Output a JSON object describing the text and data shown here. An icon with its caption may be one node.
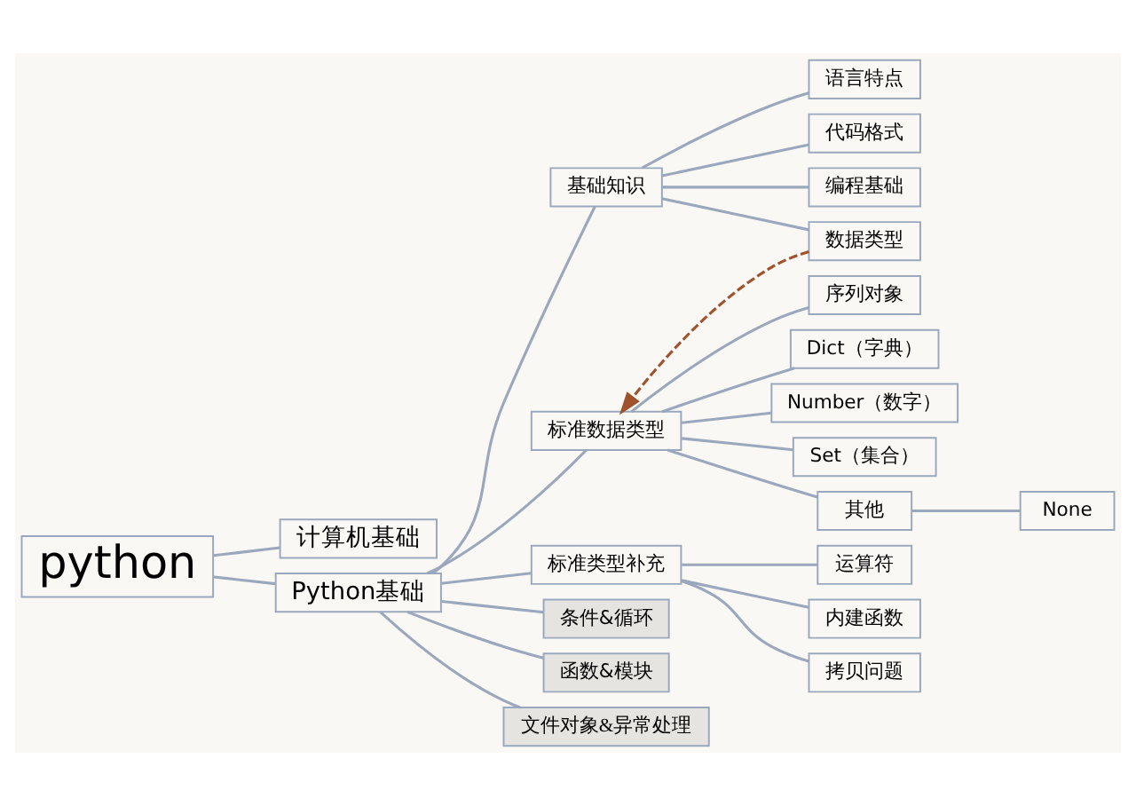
{
  "diagram": {
    "nodes": [
      {
        "text": [
          "python"
        ]
      },
      {
        "text": [
          "计算机基础"
        ]
      },
      {
        "text": [
          "Python基础"
        ]
      },
      {
        "text": [
          "基础知识"
        ]
      },
      {
        "text": [
          "语言特点"
        ]
      },
      {
        "text": [
          "代码格式"
        ]
      },
      {
        "text": [
          "编程基础"
        ]
      },
      {
        "text": [
          "数据类型"
        ]
      },
      {
        "text": [
          "标准数据类型"
        ]
      },
      {
        "text": [
          "序列对象"
        ]
      },
      {
        "text": [
          "Dict（字典）"
        ]
      },
      {
        "text": [
          "Number（数字）"
        ]
      },
      {
        "text": [
          "Set（集合）"
        ]
      },
      {
        "text": [
          "其他"
        ]
      },
      {
        "text": [
          "None"
        ]
      },
      {
        "text": [
          "标准类型补充"
        ]
      },
      {
        "text": [
          "运算符"
        ]
      },
      {
        "text": [
          "内建函数"
        ]
      },
      {
        "text": [
          "拷贝问题"
        ]
      },
      {
        "text": [
          "条件&循环"
        ]
      },
      {
        "text": [
          "函数&模块"
        ]
      },
      {
        "text": [
          "文件对象&异常处理"
        ]
      }
    ],
    "edges": [
      {
        "from": 0,
        "to": 1,
        "arrow": "none"
      },
      {
        "from": 0,
        "to": 2,
        "arrow": "none"
      },
      {
        "from": 2,
        "to": 3,
        "arrow": "none"
      },
      {
        "from": 3,
        "to": 4,
        "arrow": "none"
      },
      {
        "from": 3,
        "to": 5,
        "arrow": "none"
      },
      {
        "from": 3,
        "to": 6,
        "arrow": "none"
      },
      {
        "from": 3,
        "to": 7,
        "arrow": "none"
      },
      {
        "from": 2,
        "to": 8,
        "arrow": "none"
      },
      {
        "from": 8,
        "to": 9,
        "arrow": "none"
      },
      {
        "from": 8,
        "to": 10,
        "arrow": "none"
      },
      {
        "from": 8,
        "to": 11,
        "arrow": "none"
      },
      {
        "from": 8,
        "to": 12,
        "arrow": "none"
      },
      {
        "from": 8,
        "to": 13,
        "arrow": "none"
      },
      {
        "from": 13,
        "to": 14,
        "arrow": "none"
      },
      {
        "from": 2,
        "to": 15,
        "arrow": "none"
      },
      {
        "from": 15,
        "to": 16,
        "arrow": "none"
      },
      {
        "from": 15,
        "to": 17,
        "arrow": "none"
      },
      {
        "from": 15,
        "to": 18,
        "arrow": "none"
      },
      {
        "from": 2,
        "to": 19,
        "arrow": "none"
      },
      {
        "from": 2,
        "to": 20,
        "arrow": "none"
      },
      {
        "from": 2,
        "to": 21,
        "arrow": "none"
      },
      {
        "from": 7,
        "to": 8,
        "arrow": "to",
        "style": "dashed",
        "color": "#a0522d"
      }
    ]
  }
}
